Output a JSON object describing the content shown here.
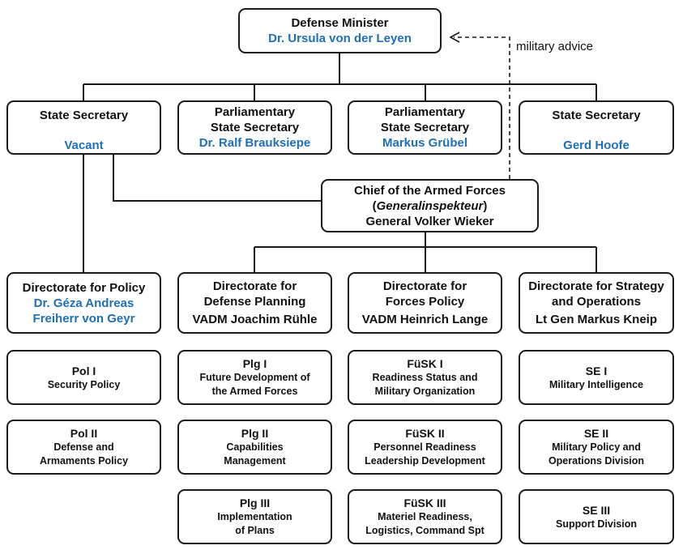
{
  "minister": {
    "title": "Defense Minister",
    "name": "Dr. Ursula von der Leyen"
  },
  "military_advice_label": "military advice",
  "secretaries": [
    {
      "title1": "State Secretary",
      "title2": "",
      "name": "Vacant"
    },
    {
      "title1": "Parliamentary",
      "title2": "State Secretary",
      "name": "Dr. Ralf Brauksiepe"
    },
    {
      "title1": "Parliamentary",
      "title2": "State Secretary",
      "name": "Markus Grübel"
    },
    {
      "title1": "State Secretary",
      "title2": "",
      "name": "Gerd Hoofe"
    }
  ],
  "chief": {
    "line1": "Chief of the Armed Forces",
    "open": "(",
    "italic": "Generalinspekteur",
    "close": ")",
    "name": "General Volker Wieker"
  },
  "directorates": [
    {
      "title1": "Directorate for Policy",
      "title2": "",
      "name1": "Dr. Géza Andreas",
      "name2": "Freiherr von Geyr"
    },
    {
      "title1": "Directorate for",
      "title2": "Defense Planning",
      "name1": "VADM Joachim Rühle",
      "name2": ""
    },
    {
      "title1": "Directorate for",
      "title2": "Forces Policy",
      "name1": "VADM Heinrich Lange",
      "name2": ""
    },
    {
      "title1": "Directorate for Strategy",
      "title2": "and Operations",
      "name1": "Lt Gen Markus Kneip",
      "name2": ""
    }
  ],
  "sub_units": [
    [
      {
        "code": "Pol I",
        "line1": "Security Policy",
        "line2": ""
      },
      {
        "code": "Pol II",
        "line1": "Defense and",
        "line2": "Armaments Policy"
      }
    ],
    [
      {
        "code": "Plg I",
        "line1": "Future Development of",
        "line2": "the Armed Forces"
      },
      {
        "code": "Plg II",
        "line1": "Capabilities",
        "line2": "Management"
      },
      {
        "code": "Plg III",
        "line1": "Implementation",
        "line2": "of Plans"
      }
    ],
    [
      {
        "code": "FüSK I",
        "line1": "Readiness Status and",
        "line2": "Military Organization"
      },
      {
        "code": "FüSK II",
        "line1": "Personnel Readiness",
        "line2": "Leadership Development"
      },
      {
        "code": "FüSK III",
        "line1": "Materiel Readiness,",
        "line2": "Logistics, Command Spt"
      }
    ],
    [
      {
        "code": "SE I",
        "line1": "Military Intelligence",
        "line2": ""
      },
      {
        "code": "SE II",
        "line1": "Military Policy and",
        "line2": "Operations Division"
      },
      {
        "code": "SE III",
        "line1": "Support Division",
        "line2": ""
      }
    ]
  ]
}
